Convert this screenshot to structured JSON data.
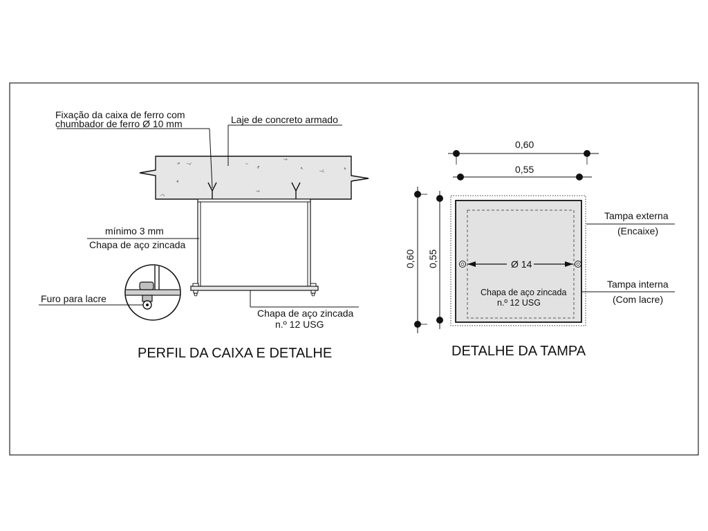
{
  "left": {
    "title": "PERFIL DA CAIXA E DETALHE",
    "labels": {
      "fixacao_line1": "Fixação da caixa de ferro com",
      "fixacao_line2": "chumbador de ferro Ø 10 mm",
      "laje": "Laje de concreto armado",
      "minimo": "mínimo 3 mm",
      "chapa_side": "Chapa de aço zincada",
      "furo": "Furo para lacre",
      "chapa_bottom_line1": "Chapa de aço zincada",
      "chapa_bottom_line2": "n.º 12 USG"
    }
  },
  "right": {
    "title": "DETALHE DA TAMPA",
    "dims": {
      "outer_width": "0,60",
      "inner_width": "0,55",
      "outer_height": "0,60",
      "inner_height": "0,55",
      "hole_distance": "Ø 14"
    },
    "labels": {
      "tampa_externa": "Tampa externa",
      "encaixe": "(Encaixe)",
      "tampa_interna": "Tampa interna",
      "com_lacre": "(Com lacre)",
      "chapa_line1": "Chapa de aço zincada",
      "chapa_line2": "n.º 12 USG"
    }
  },
  "colors": {
    "line": "#111111",
    "concrete": "#e6e6e6",
    "lid": "#e2e2e2"
  }
}
